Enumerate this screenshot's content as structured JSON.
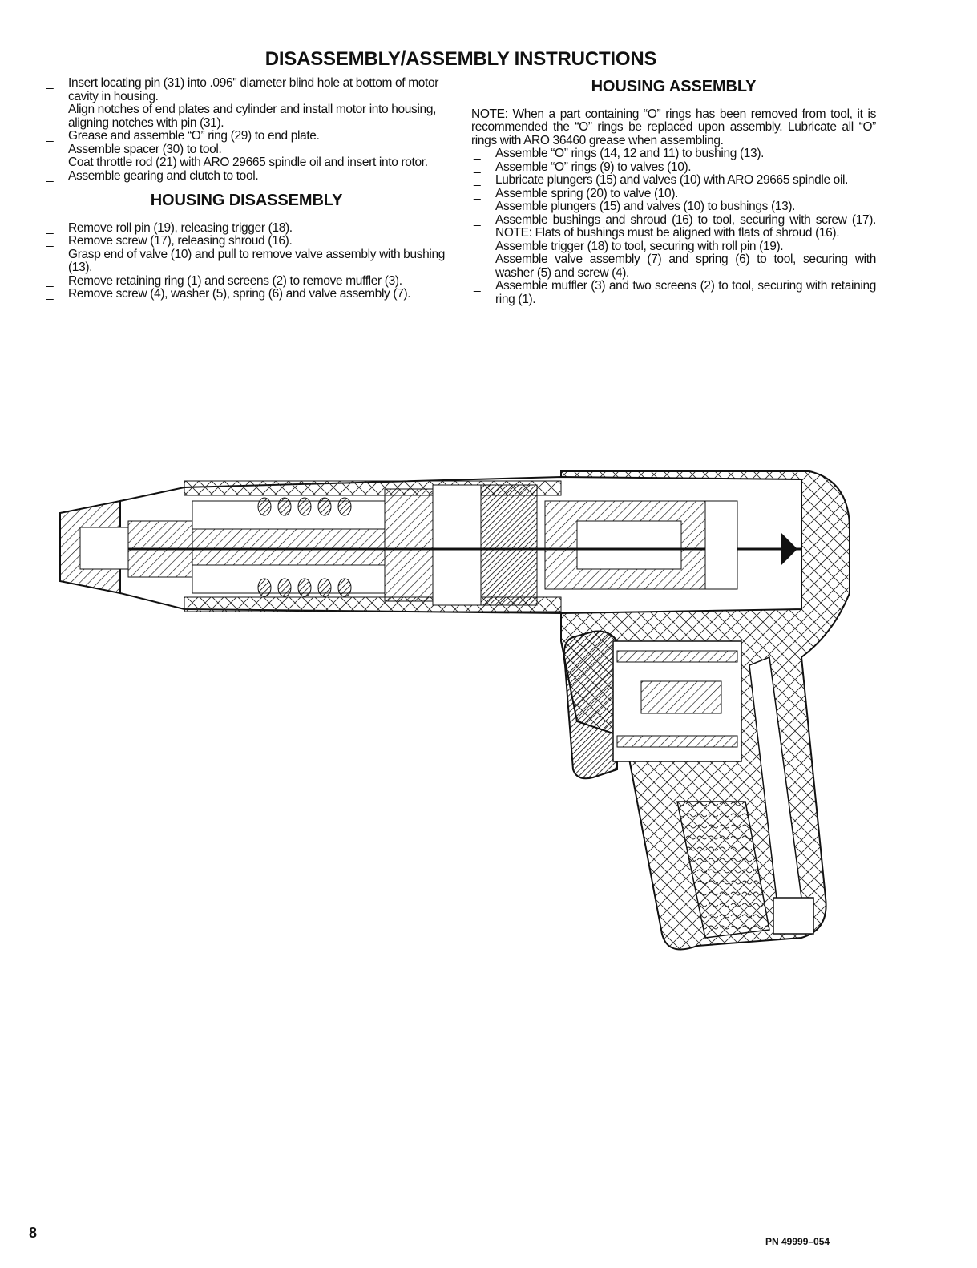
{
  "title": "DISASSEMBLY/ASSEMBLY INSTRUCTIONS",
  "left_items": [
    "Insert locating pin (31) into .096\" diameter blind hole at bottom of motor cavity in housing.",
    "Align notches of end plates and cylinder and install motor into housing, aligning notches with pin (31).",
    "Grease and assemble “O” ring (29) to end plate.",
    "Assemble spacer (30) to tool.",
    "Coat throttle rod (21) with ARO 29665 spindle oil and insert into rotor.",
    "Assemble gearing and clutch to tool."
  ],
  "housing_disassembly": {
    "heading": "HOUSING DISASSEMBLY",
    "items": [
      "Remove roll pin (19), releasing trigger (18).",
      "Remove screw (17), releasing shroud (16).",
      "Grasp end of valve (10) and pull to remove valve assembly with bushing (13).",
      "Remove retaining ring (1) and screens (2) to remove muffler (3).",
      "Remove screw (4), washer (5), spring (6) and valve assembly (7)."
    ]
  },
  "housing_assembly": {
    "heading": "HOUSING ASSEMBLY",
    "note": "NOTE: When a part containing “O” rings has been removed from tool, it is recommended the “O” rings be replaced upon assembly. Lubricate all “O” rings with ARO 36460 grease when assembling.",
    "items": [
      "Assemble “O” rings (14, 12 and 11) to bushing (13).",
      "Assemble “O” rings (9) to valves (10).",
      "Lubricate plungers (15) and valves (10) with ARO 29665 spindle oil.",
      "Assemble spring (20) to valve (10).",
      "Assemble plungers (15) and valves (10) to bushings (13).",
      "Assemble bushings and shroud (16) to tool, securing with screw (17). NOTE: Flats of bushings must be aligned with flats of shroud (16).",
      "Assemble trigger (18) to tool, securing with roll pin (19).",
      "Assemble valve assembly (7) and spring (6) to tool, securing with washer (5) and screw (4).",
      "Assemble muffler (3) and two screens (2) to tool, securing with retaining ring (1)."
    ]
  },
  "dash": "_",
  "page_number": "8",
  "part_number": "PN 49999–054"
}
